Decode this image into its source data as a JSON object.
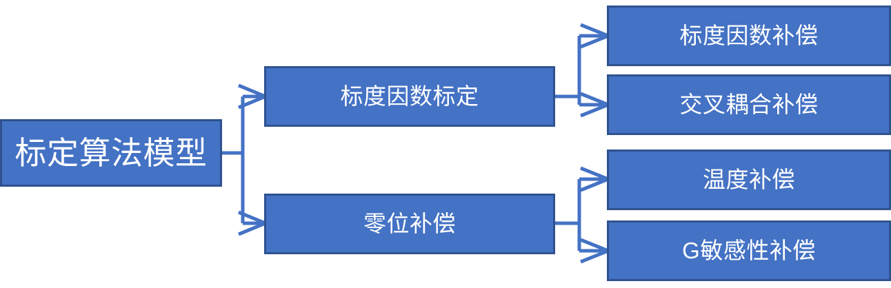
{
  "diagram": {
    "title": "标定算法模型",
    "type": "tree",
    "orientation": "left-to-right",
    "colors": {
      "node_fill": "#4472C4",
      "node_border": "#2F528F",
      "node_text": "#FFFFFF",
      "connector": "#4472C4",
      "background": "#FFFFFF"
    },
    "root": {
      "label": "标定算法模型"
    },
    "level2": [
      {
        "label": "标度因数标定"
      },
      {
        "label": "零位补偿"
      }
    ],
    "level3": [
      {
        "label": "标度因数补偿"
      },
      {
        "label": "交叉耦合补偿"
      },
      {
        "label": "温度补偿"
      },
      {
        "label": "G敏感性补偿"
      }
    ],
    "edges": [
      {
        "from": "标定算法模型",
        "to": "标度因数标定"
      },
      {
        "from": "标定算法模型",
        "to": "零位补偿"
      },
      {
        "from": "标度因数标定",
        "to": "标度因数补偿"
      },
      {
        "from": "标度因数标定",
        "to": "交叉耦合补偿"
      },
      {
        "from": "零位补偿",
        "to": "温度补偿"
      },
      {
        "from": "零位补偿",
        "to": "G敏感性补偿"
      }
    ]
  }
}
